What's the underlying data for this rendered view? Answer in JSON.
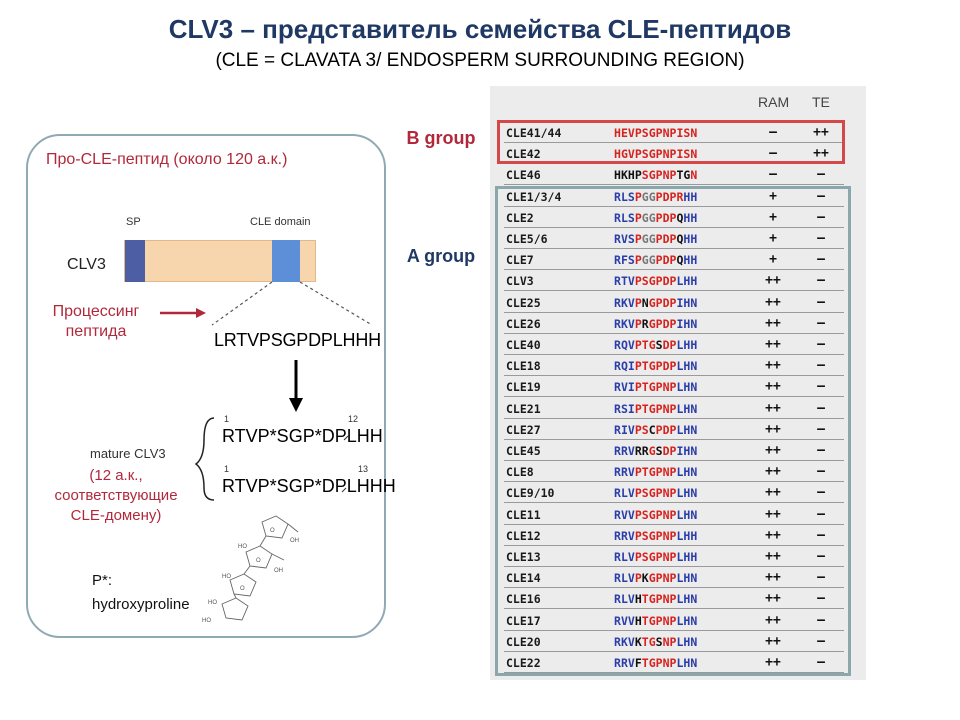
{
  "title": "CLV3 – представитель семейства CLE-пептидов",
  "subtitle": "(CLE = CLAVATA 3/ ENDOSPERM SURROUNDING REGION)",
  "left_panel": {
    "pro_label": "Про-CLE-пептид (около 120 а.к.)",
    "sp_label": "SP",
    "cle_domain_label": "CLE domain",
    "clv3_label": "CLV3",
    "processing_label": "Процессинг пептида",
    "long_sequence": "LRTVPSGPDPLHHH",
    "mature_label": "mature CLV3",
    "mature_desc": "(12 а.к., соответствующие CLE-домену)",
    "seq1": {
      "start": "1",
      "end": "12",
      "text": "RTVP*SGP*DPLHH"
    },
    "seq2": {
      "start": "1",
      "end": "13",
      "text": "RTVP*SGP*DPLHHH"
    },
    "p_label": "P*:",
    "hyp_label": "hydroxyproline"
  },
  "groups": {
    "b": "B group",
    "a": "A group"
  },
  "table": {
    "headers": {
      "ram": "RAM",
      "te": "TE"
    },
    "colors": {
      "r": "#d6231f",
      "b": "#2b3ea8",
      "g": "#777777",
      "k": "#111111"
    },
    "rows": [
      {
        "name": "CLE41/44",
        "seq": "HEVPSGPNPISN",
        "c": "rrrrrrrrrrrr",
        "ram": "–",
        "te": "++"
      },
      {
        "name": "CLE42",
        "seq": "HGVPSGPNPISN",
        "c": "rrrrrrrrrrrr",
        "ram": "–",
        "te": "++"
      },
      {
        "name": "CLE46",
        "seq": "HKHPSGPNPTGN",
        "c": "kkkkrrrrrkkr",
        "ram": "–",
        "te": "–"
      },
      {
        "name": "CLE1/3/4",
        "seq": "RLSPGGPDPRHH",
        "c": "bbbrggrrrrbb",
        "ram": "+",
        "te": "–"
      },
      {
        "name": "CLE2",
        "seq": "RLSPGGPDPQHH",
        "c": "bbbrggrrrkbb",
        "ram": "+",
        "te": "–"
      },
      {
        "name": "CLE5/6",
        "seq": "RVSPGGPDPQHH",
        "c": "bbbrggrrrkbb",
        "ram": "+",
        "te": "–"
      },
      {
        "name": "CLE7",
        "seq": "RFSPGGPDPQHH",
        "c": "bbbrggrrrkbb",
        "ram": "+",
        "te": "–"
      },
      {
        "name": "CLV3",
        "seq": "RTVPSGPDPLHH",
        "c": "bbbrrrrrrbbb",
        "ram": "++",
        "te": "–"
      },
      {
        "name": "CLE25",
        "seq": "RKVPNGPDPIHN",
        "c": "bbbrkrrrrbbb",
        "ram": "++",
        "te": "–"
      },
      {
        "name": "CLE26",
        "seq": "RKVPRGPDPIHN",
        "c": "bbbrkrrrrbbb",
        "ram": "++",
        "te": "–"
      },
      {
        "name": "CLE40",
        "seq": "RQVPTGSDPLHH",
        "c": "bbbrrrkrrbbb",
        "ram": "++",
        "te": "–"
      },
      {
        "name": "CLE18",
        "seq": "RQIPTGPDPLHN",
        "c": "bbbrrrrrrbbb",
        "ram": "++",
        "te": "–"
      },
      {
        "name": "CLE19",
        "seq": "RVIPTGPNPLHN",
        "c": "bbbrrrrrrbbb",
        "ram": "++",
        "te": "–"
      },
      {
        "name": "CLE21",
        "seq": "RSIPTGPNPLHN",
        "c": "bbbrrrrrrbbb",
        "ram": "++",
        "te": "–"
      },
      {
        "name": "CLE27",
        "seq": "RIVPSCPDPLHN",
        "c": "bbbrrkrrrbbb",
        "ram": "++",
        "te": "–"
      },
      {
        "name": "CLE45",
        "seq": "RRVRRGSDPIHN",
        "c": "bbbkkrkrrbbb",
        "ram": "++",
        "te": "–"
      },
      {
        "name": "CLE8",
        "seq": "RRVPTGPNPLHN",
        "c": "bbbrrrrrrbbb",
        "ram": "++",
        "te": "–"
      },
      {
        "name": "CLE9/10",
        "seq": "RLVPSGPNPLHN",
        "c": "bbbrrrrrrbbb",
        "ram": "++",
        "te": "–"
      },
      {
        "name": "CLE11",
        "seq": "RVVPSGPNPLHN",
        "c": "bbbrrrrrrbbb",
        "ram": "++",
        "te": "–"
      },
      {
        "name": "CLE12",
        "seq": "RRVPSGPNPLHH",
        "c": "bbbrrrrrrbbb",
        "ram": "++",
        "te": "–"
      },
      {
        "name": "CLE13",
        "seq": "RLVPSGPNPLHH",
        "c": "bbbrrrrrrbbb",
        "ram": "++",
        "te": "–"
      },
      {
        "name": "CLE14",
        "seq": "RLVPKGPNPLHN",
        "c": "bbbrkrrrrbbb",
        "ram": "++",
        "te": "–"
      },
      {
        "name": "CLE16",
        "seq": "RLVHTGPNPLHN",
        "c": "bbbkrrrrrbbb",
        "ram": "++",
        "te": "–"
      },
      {
        "name": "CLE17",
        "seq": "RVVHTGPNPLHN",
        "c": "bbbkrrrrrbbb",
        "ram": "++",
        "te": "–"
      },
      {
        "name": "CLE20",
        "seq": "RKVKTGSNPLHN",
        "c": "bbbkrrkrrbbb",
        "ram": "++",
        "te": "–"
      },
      {
        "name": "CLE22",
        "seq": "RRVFTGPNPLHN",
        "c": "bbbkrrrrrbbb",
        "ram": "++",
        "te": "–"
      }
    ]
  }
}
